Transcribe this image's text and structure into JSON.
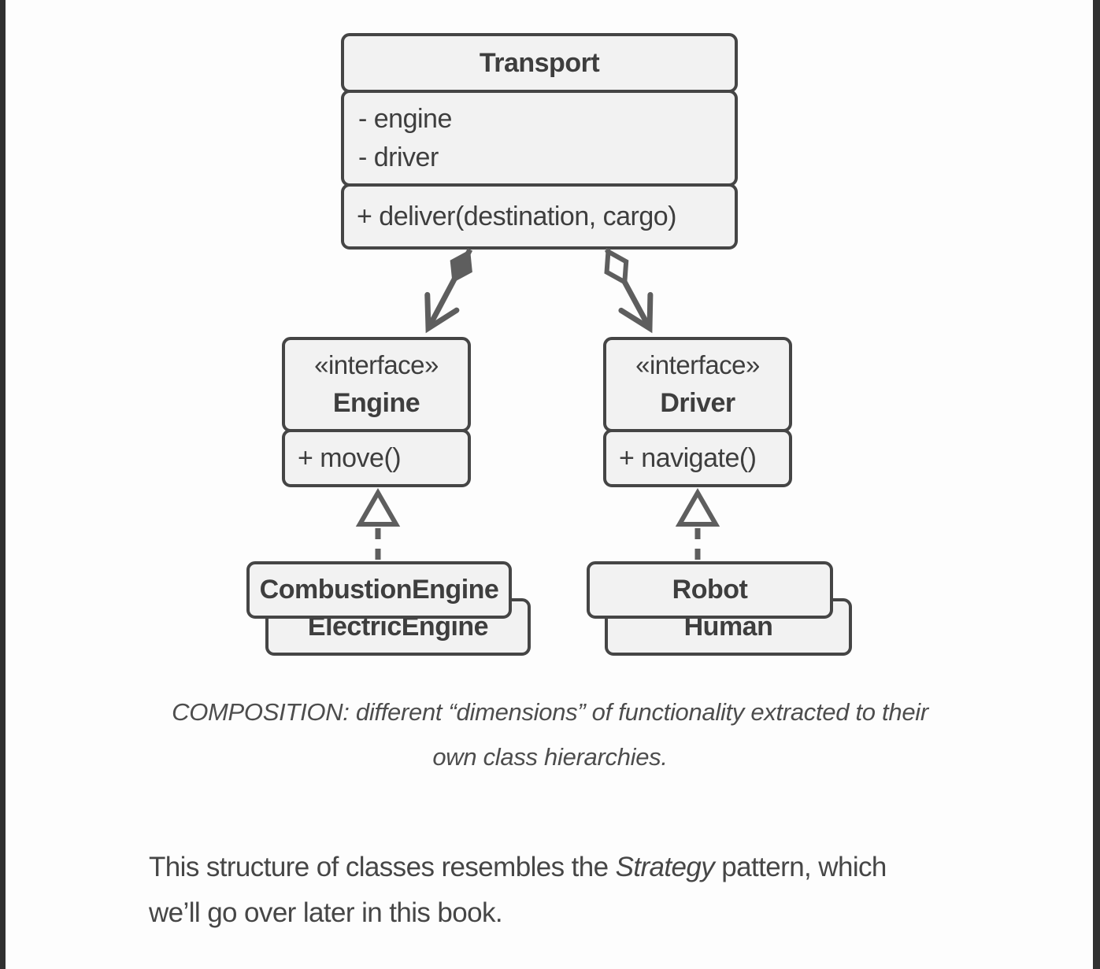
{
  "diagram": {
    "transport": {
      "title": "Transport",
      "fields": [
        "- engine",
        "- driver"
      ],
      "methods": [
        "+ deliver(destination, cargo)"
      ]
    },
    "engine": {
      "stereotype": "«interface»",
      "title": "Engine",
      "methods": [
        "+ move()"
      ]
    },
    "driver": {
      "stereotype": "«interface»",
      "title": "Driver",
      "methods": [
        "+ navigate()"
      ]
    },
    "engine_classes": {
      "front": "CombustionEngine",
      "back": "ElectricEngine"
    },
    "driver_classes": {
      "front": "Robot",
      "back": "Human"
    },
    "relations": [
      {
        "from": "Transport",
        "to": "Engine",
        "type": "composition"
      },
      {
        "from": "Transport",
        "to": "Driver",
        "type": "aggregation"
      },
      {
        "from": "CombustionEngine",
        "to": "Engine",
        "type": "realization"
      },
      {
        "from": "ElectricEngine",
        "to": "Engine",
        "type": "realization"
      },
      {
        "from": "Robot",
        "to": "Driver",
        "type": "realization"
      },
      {
        "from": "Human",
        "to": "Driver",
        "type": "realization"
      }
    ],
    "colors": {
      "box_fill": "#f2f2f2",
      "box_border": "#454545",
      "text": "#3e3e3e",
      "connector": "#5e5e5e",
      "page_background": "#fdfdfd",
      "edge_bars": "#303030"
    }
  },
  "caption": {
    "line1": "COMPOSITION: different “dimensions” of functionality extracted to their",
    "line2": "own class hierarchies."
  },
  "body": {
    "line1_part1": "This structure of classes resembles the ",
    "line1_italic": "Strategy",
    "line1_part2": " pattern, which",
    "line2": "we’ll go over later in this book."
  }
}
